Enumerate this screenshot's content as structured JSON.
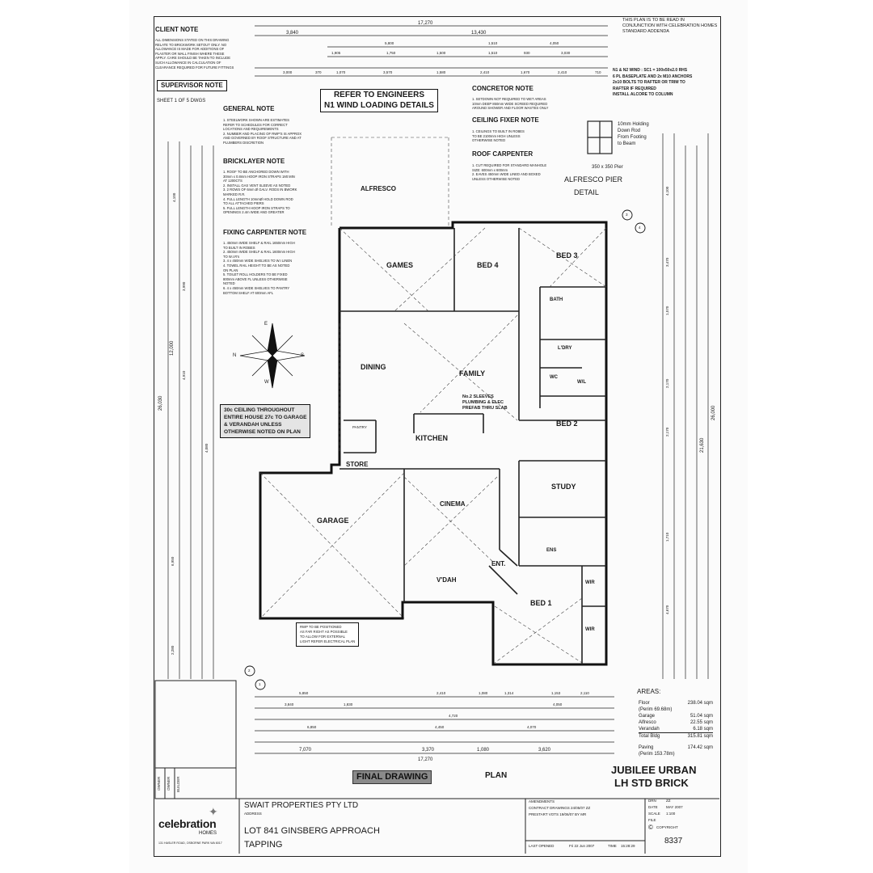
{
  "notes": {
    "client_note_title": "CLIENT NOTE",
    "client_note_body": [
      "ALL DIMENSIONS STATED ON THIS DRAWING",
      "RELATE TO BRICKWORK SETOUT ONLY. NO",
      "ALLOWANCE IS MADE FOR ADDITIONS OF",
      "PLASTER OR WALL FINISH WHERE THESE",
      "APPLY. CARE SHOULD BE TAKEN TO INCLUDE",
      "SUCH ALLOWANCE IN CALCULATION OF",
      "CLEARANCE REQUIRED FOR FUTURE FITTINGS"
    ],
    "addenda": "THIS PLAN IS TO BE READ IN CONJUNCTION WITH CELEBRATION HOMES STANDARD ADDENDA",
    "supervisor_note": "SUPERVISOR NOTE",
    "sheet": "SHEET 1 OF 5 DWGS",
    "refer_engineers_1": "REFER TO ENGINEERS",
    "refer_engineers_2": "N1 WIND LOADING DETAILS",
    "general_note_title": "GENERAL NOTE",
    "general_note_body": [
      "1. STEELWORK SHOWN ARE ESTIMATES",
      "REFER TO SCHEDULES FOR CORRECT",
      "LOCATIONS AND REQUIREMENTS",
      "2. NUMBER AND PLACING OF RWP'S IS APPROX",
      "AND GOVERNED BY ROOF STRUCTURE AND AT",
      "PLUMBERS DISCRETION"
    ],
    "bricklayer_note_title": "BRICKLAYER NOTE",
    "bricklayer_note_body": [
      "1. ROOF TO BE ANCHORED DOWN WITH",
      "30mm x 0.8mm HOOP IRON STRAPS 1Mt MIN",
      "AT 1200CTS",
      "2. INSTALL GAS VENT SLEEVE AS NOTED",
      "3. 2 ROWS OF 6mm Ø GALV. RODS IN BWORK",
      "MARKED R.R.",
      "4. FULL LENGTH 10mmØ HOLD DOWN ROD",
      "TO ALL ATTACHED PIERS",
      "5. FULL LENGTH HOOP IRON STRAPS TO",
      "OPENINGS 2.4m WIDE AND GREATER"
    ],
    "fixing_note_title": "FIXING CARPENTER NOTE",
    "fixing_note_body": [
      "1. 450mm WIDE SHELF & RAIL 1650mm HIGH",
      "TO BUILT IN ROBES",
      "2. 450mm WIDE SHELF & RAIL 1600mm HIGH",
      "TO W.I.R's",
      "3. 4 x 450mm WIDE SHELVES TO W.I LINEN",
      "4. TOWEL RAIL HEIGHT TO BE AS NOTED",
      "ON PLAN",
      "5. TOILET ROLL HOLDERS TO BE FIXED",
      "800mm ABOVE FL UNLESS OTHERWISE",
      "NOTED",
      "6. 4 x 450mm WIDE SHELVES TO PANTRY",
      "BOTTOM SHELF AT 600mm AFL"
    ],
    "concretor_note_title": "CONCRETOR NOTE",
    "concretor_note_body": [
      "1. SETDOWN NOT REQUIRED TO WET AREAS",
      "10mm DEEP 850mm WIDE SCREED REQUIRED",
      "AROUND SHOWER AND FLOOR WASTES ONLY"
    ],
    "ceiling_note_title": "CEILING FIXER NOTE",
    "ceiling_note_body": [
      "1. CEILINGS TO BUILT IN ROBES",
      "TO BE 2100mm HIGH UNLESS",
      "OTHERWISE NOTED"
    ],
    "roof_note_title": "ROOF CARPENTER",
    "roof_note_body": [
      "1. CUT REQUIRED FOR STANDARD MANHOLE",
      "SIZE: 600mm x 600mm",
      "2. EAVES 450mm WIDE LINED AND BOXED",
      "UNLESS OTHERWISE NOTED"
    ],
    "wind_note": [
      "N1 & N2 WIND : SC1 = 100x50x2.0 RHS",
      "6 PL BASEPLATE AND 2x M10 ANCHORS",
      "2x10 BOLTS TO RAFTER OR TRIM TO",
      "RAFTER IF REQUIRED",
      "INSTALL ALCORE TO COLUMN"
    ],
    "pier_detail": [
      "10mm Holding",
      "Down Rod",
      "From Footing",
      "to Beam"
    ],
    "pier_size": "350 x 350 Pier",
    "pier_title": "ALFRESCO PIER",
    "pier_title_2": "DETAIL",
    "ceiling_height_note": [
      "30c CEILING THROUGHOUT",
      "ENTIRE HOUSE 27c TO GARAGE",
      "& VERANDAH UNLESS",
      "OTHERWISE NOTED ON PLAN"
    ],
    "plumbing_note": [
      "No.2 SLEEVES",
      "PLUMBING & ELEC",
      "PREFAB THRU SLAB"
    ],
    "rwp_note": [
      "RWP TO BE POSITIONED",
      "AS FAR RIGHT AS POSSIBLE",
      "TO ALLOW FOR EXTERNAL",
      "LIGHT REFER ELECTRICAL PLAN"
    ]
  },
  "rooms": {
    "alfresco": "ALFRESCO",
    "games": "GAMES",
    "bed4": "BED 4",
    "bed3": "BED 3",
    "bath": "BATH",
    "ldry": "L'DRY",
    "wc": "WC",
    "dining": "DINING",
    "family": "FAMILY",
    "bed2": "BED 2",
    "kitchen": "KITCHEN",
    "pantry": "PANTRY",
    "store": "STORE",
    "study": "STUDY",
    "garage": "GARAGE",
    "cinema": "CINEMA",
    "ens": "ENS",
    "ent": "ENT.",
    "vdah": "V'DAH",
    "bed1": "BED 1",
    "wir": "WIR",
    "wil": "W/L"
  },
  "dimensions": {
    "top_total": "17,270",
    "top_left": "3,840",
    "top_right": "13,430",
    "top_row2": [
      "5,800",
      "1,510",
      "4,050"
    ],
    "top_row3": [
      "1,905",
      "1,750",
      "1,500",
      "1,510",
      "930",
      "3,030"
    ],
    "top_row4": [
      "3,000",
      "370",
      "1,070",
      "3,570",
      "1,580",
      "2,410",
      "1,670",
      "2,410",
      "710"
    ],
    "left_total": "26,030",
    "left_mid": "12,000",
    "left_parts": [
      "4,100",
      "3,990",
      "4,910",
      "4,080",
      "6,950",
      "2,280"
    ],
    "right_total": "26,000",
    "right_mid": "21,630",
    "right_parts": [
      "4,100",
      "3,470",
      "1,570",
      "2,170",
      "2,170",
      "1,710",
      "4,670"
    ],
    "bottom_row1": [
      "5,850",
      "2,410",
      "1,080",
      "1,314",
      "1,153",
      "2,110"
    ],
    "bottom_row2": [
      "3,840",
      "1,830",
      "4,720",
      "4,050"
    ],
    "bottom_row3": [
      "6,850",
      "4,450",
      "4,070"
    ],
    "bottom_row4": [
      "7,070",
      "3,370",
      "1,080",
      "3,620"
    ],
    "bottom_total": "17,270"
  },
  "areas": {
    "title": "AREAS:",
    "rows": [
      {
        "label": "Floor",
        "value": "238.04 sqm"
      },
      {
        "label": "(Perim 69.68m)",
        "value": ""
      },
      {
        "label": "Garage",
        "value": "51.04 sqm"
      },
      {
        "label": "Alfresco",
        "value": "22.55 sqm"
      },
      {
        "label": "Verandah",
        "value": "6.18 sqm"
      },
      {
        "label": "Total Bldg",
        "value": "315.81 sqm"
      },
      {
        "label": "Paving",
        "value": "174.42 sqm"
      },
      {
        "label": "(Perim 153.78m)",
        "value": ""
      }
    ]
  },
  "title_block": {
    "house_name_1": "JUBILEE URBAN",
    "house_name_2": "LH STD BRICK",
    "final_drawing": "FINAL DRAWING",
    "plan": "PLAN",
    "owner_label": "OWNER",
    "builder_label": "BUILDER",
    "brand_1": "celebration",
    "brand_2": "HOMES",
    "brand_address": "131 HASLER ROAD, OSBORNE PARK WA 6017",
    "client": "SWAIT PROPERTIES PTY LTD",
    "address_label": "ADDRESS",
    "lot": "LOT 841 GINSBERG APPROACH",
    "suburb": "TAPPING",
    "amendments_label": "AMENDMENTS",
    "amend_1": "CONTRACT DRAWINGS 24/05/07  ZZ",
    "amend_2": "PRESTART VOTS 19/06/07  BY MR",
    "last_opened_label": "LAST OPENED",
    "last_opened": "Fri 22 Jun 2007",
    "time_label": "TIME",
    "time": "15:28:29",
    "drn_label": "DRN",
    "drn": "ZZ",
    "date_label": "DATE",
    "date": "MAY 2007",
    "scale_label": "SCALE",
    "scale": "1:100",
    "file_label": "FILE",
    "copyright": "COPYRIGHT",
    "job_no": "8337"
  },
  "compass": {
    "n": "N",
    "e": "E",
    "s": "S",
    "w": "W"
  },
  "grid_markers": [
    "1",
    "2",
    "3",
    "4"
  ]
}
